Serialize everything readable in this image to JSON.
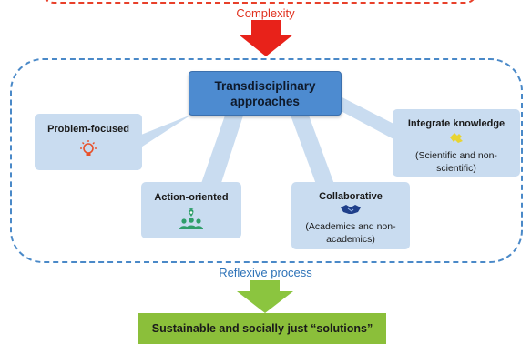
{
  "labels": {
    "complexity": "Complexity",
    "center": "Transdisciplinary approaches",
    "reflexive": "Reflexive process",
    "outcome": "Sustainable and socially just “solutions”"
  },
  "nodes": {
    "problem": {
      "title": "Problem-focused",
      "icon": "lightbulb-icon"
    },
    "action": {
      "title": "Action-oriented",
      "icon": "people-location-icon"
    },
    "collab": {
      "title": "Collaborative",
      "subtitle": "(Academics and non-academics)",
      "icon": "handshake-icon"
    },
    "integrate": {
      "title": "Integrate knowledge",
      "subtitle": "(Scientific and non-scientific)",
      "icon": "puzzle-icon"
    }
  },
  "colors": {
    "red_accent": "#e8402a",
    "blue_frame": "#4a89c8",
    "center_box": "#4d8bd0",
    "leaf_box": "#c9dcf0",
    "green_box": "#8bbf3a"
  }
}
